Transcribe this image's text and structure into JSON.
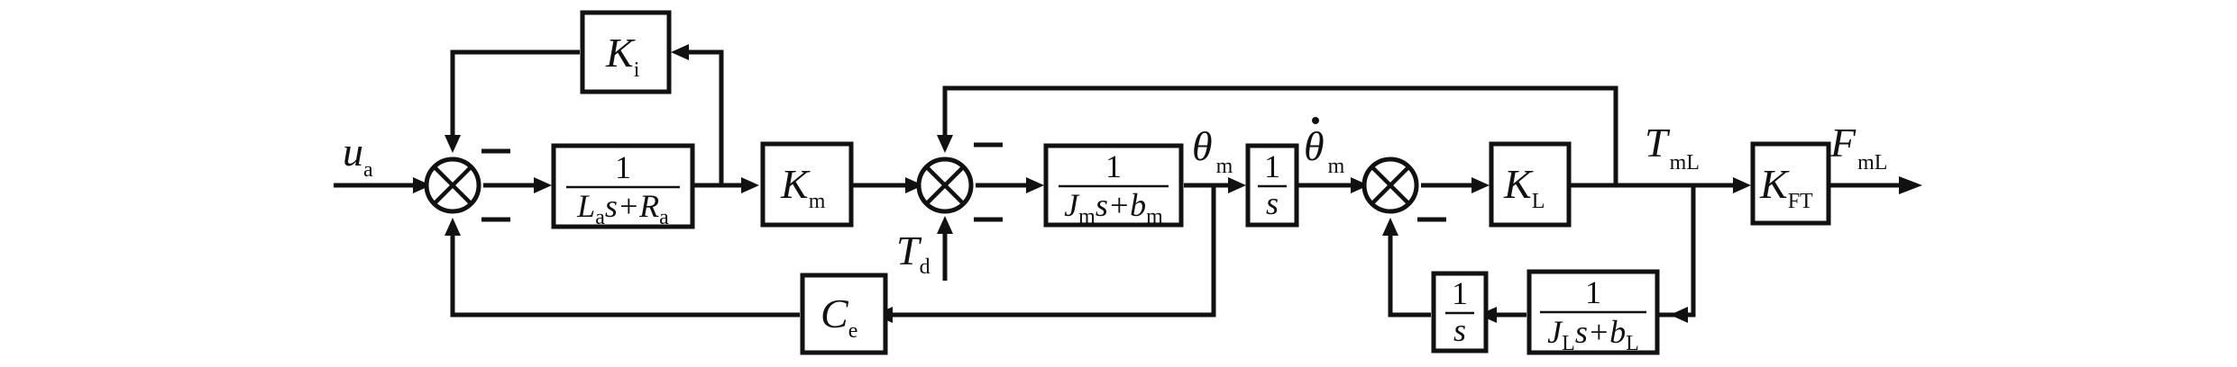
{
  "signals": {
    "input_main": "u",
    "input_sub": "a",
    "disturbance_main": "T",
    "disturbance_sub": "d",
    "theta_main": "θ",
    "theta_sub": "m",
    "thetadot_main": "θ",
    "thetadot_sub": "m",
    "tml_main": "T",
    "tml_sub": "mL",
    "output_main": "F",
    "output_sub": "mL"
  },
  "blocks": {
    "ki": {
      "main": "K",
      "sub": "i"
    },
    "km": {
      "main": "K",
      "sub": "m"
    },
    "kl": {
      "main": "K",
      "sub": "L"
    },
    "kft": {
      "main": "K",
      "sub": "FT"
    },
    "ce": {
      "main": "C",
      "sub": "e"
    },
    "electrical": {
      "num": "1",
      "den": {
        "a": "L",
        "a_sub": "a",
        "b": "s+",
        "c": "R",
        "c_sub": "a"
      }
    },
    "motor": {
      "num": "1",
      "den": {
        "a": "J",
        "a_sub": "m",
        "b": "s+",
        "c": "b",
        "c_sub": "m"
      }
    },
    "load": {
      "num": "1",
      "den": {
        "a": "J",
        "a_sub": "L",
        "b": "s+",
        "c": "b",
        "c_sub": "L"
      }
    },
    "integrator1": {
      "num": "1",
      "den": "s"
    },
    "integrator2": {
      "num": "1",
      "den": "s"
    }
  },
  "colors": {
    "stroke": "#111111",
    "background": "#ffffff"
  }
}
